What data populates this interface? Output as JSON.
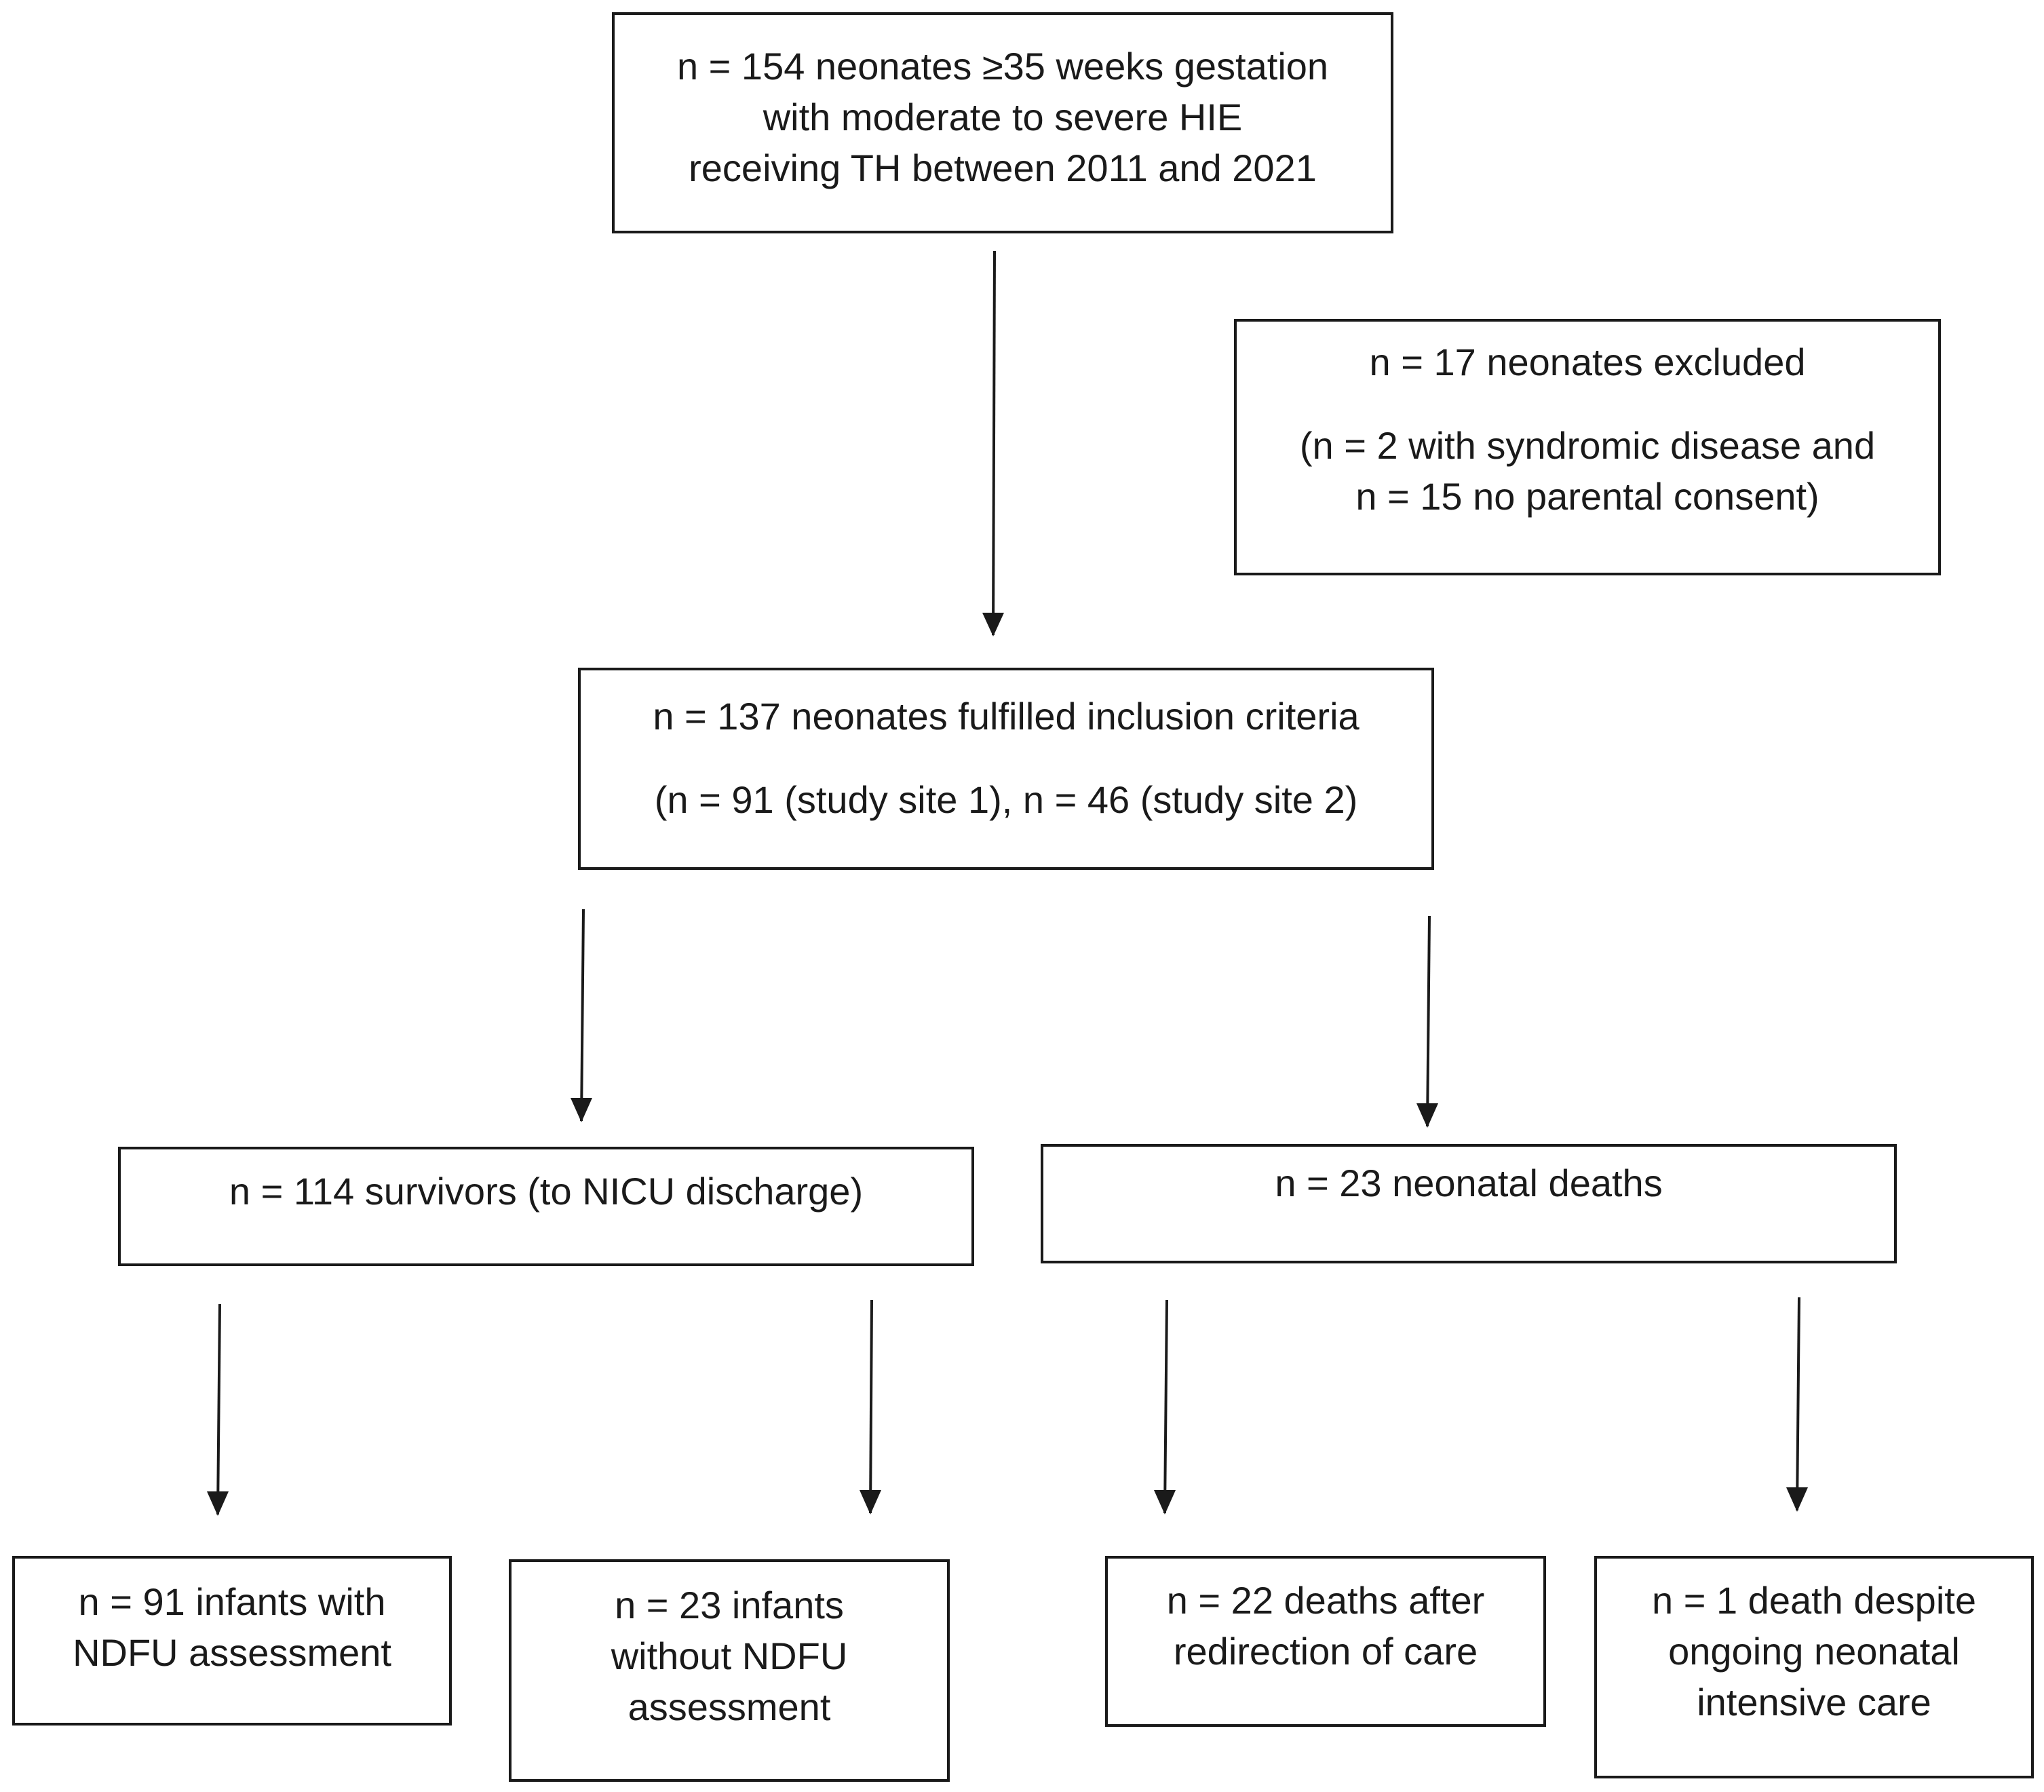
{
  "boxes": {
    "initial": {
      "lines": [
        "n = 154 neonates ≥35 weeks gestation",
        "with moderate to severe HIE",
        "receiving TH between 2011 and 2021"
      ]
    },
    "excluded": {
      "title": "n = 17 neonates excluded",
      "detail_lines": [
        "(n = 2 with syndromic disease and",
        "n = 15 no parental consent)"
      ]
    },
    "included": {
      "title": "n = 137 neonates fulfilled inclusion criteria",
      "detail": "(n = 91 (study site 1), n = 46 (study site 2)"
    },
    "survivors": {
      "label": "n = 114 survivors (to NICU discharge)"
    },
    "deaths": {
      "label": "n = 23 neonatal deaths"
    },
    "ndfu_with": {
      "lines": [
        "n = 91 infants with",
        "NDFU assessment"
      ]
    },
    "ndfu_without": {
      "lines": [
        "n = 23 infants",
        "without NDFU",
        "assessment"
      ]
    },
    "redirection": {
      "lines": [
        "n = 22 deaths after",
        "redirection of care"
      ]
    },
    "despite_care": {
      "lines": [
        "n = 1 death despite",
        "ongoing neonatal",
        "intensive care"
      ]
    }
  },
  "colors": {
    "line": "#1a1a1a",
    "background": "#ffffff"
  }
}
